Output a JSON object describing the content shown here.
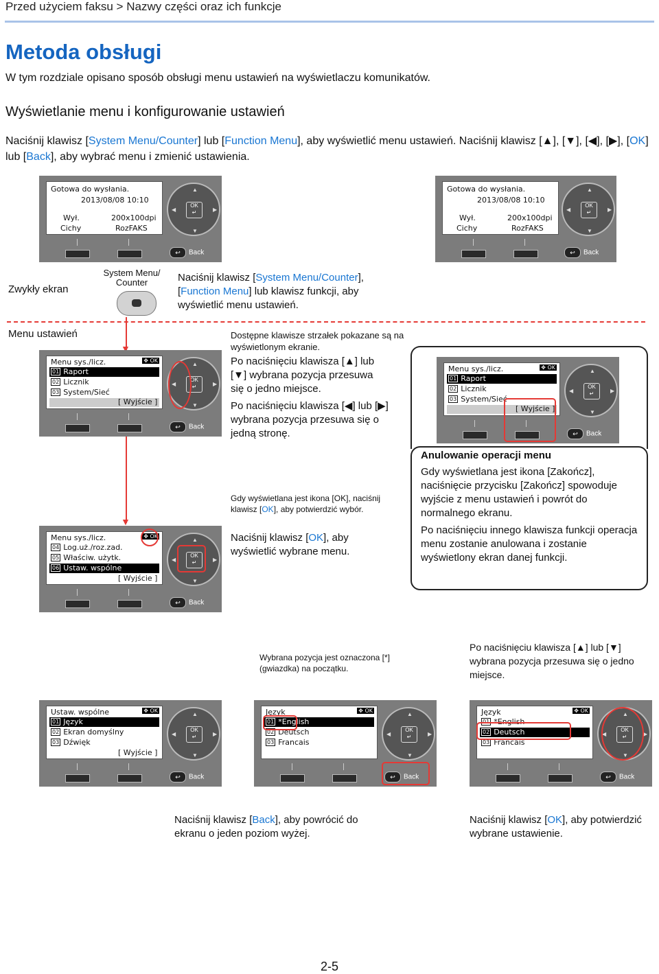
{
  "breadcrumb": "Przed użyciem faksu > Nazwy części oraz ich funkcje",
  "title": "Metoda obsługi",
  "intro": "W tym rozdziale opisano sposób obsługi menu ustawień na wyświetlaczu komunikatów.",
  "section_title": "Wyświetlanie menu i konfigurowanie ustawień",
  "para": {
    "p1": "Naciśnij klawisz [",
    "k1": "System Menu/Counter",
    "p2": "] lub [",
    "k2": "Function Menu",
    "p3": "], aby wyświetlić menu ustawień. Naciśnij klawisz [▲], [▼], [◀], [▶], [",
    "k3": "OK",
    "p4": "] lub [",
    "k4": "Back",
    "p5": "], aby wybrać menu i zmienić ustawienia."
  },
  "home_screen": {
    "line1": "Gotowa do wysłania.",
    "line2": "2013/08/08 10:10",
    "soft1a": "Wył.",
    "soft1b": "Cichy",
    "soft2a": "200x100dpi",
    "soft2b": "RozFAKS"
  },
  "back_label": "Back",
  "ok_label": "OK",
  "normal_label": "Zwykły ekran",
  "sysmenu_key": "System Menu/ Counter",
  "step1": {
    "a": "Naciśnij klawisz [",
    "k1": "System Menu/Counter",
    "b": "],",
    "c": "[",
    "k2": "Function Menu",
    "d": "] lub klawisz funkcji, aby wyświetlić menu ustawień."
  },
  "menu_label": "Menu ustawień",
  "menu1": {
    "title": "Menu sys./licz.",
    "rows": [
      {
        "num": "01",
        "label": "Raport"
      },
      {
        "num": "02",
        "label": "Licznik"
      },
      {
        "num": "03",
        "label": "System/Sieć"
      }
    ],
    "soft": "Wyjście"
  },
  "menu2": {
    "title": "Menu sys./licz.",
    "rows": [
      {
        "num": "04",
        "label": "Log.uż./roz.zad."
      },
      {
        "num": "05",
        "label": "Właściw. użytk."
      },
      {
        "num": "06",
        "label": "Ustaw. wspólne"
      }
    ],
    "soft": "Wyjście"
  },
  "arrows_note": "Dostępne klawisze strzałek pokazane są na wyświetlonym ekranie.",
  "updown_note": "Po naciśnięciu klawisza [▲] lub [▼] wybrana pozycja przesuwa się o jedno miejsce.",
  "leftright_note": "Po naciśnięciu klawisza [◀] lub [▶] wybrana pozycja przesuwa się o jedną stronę.",
  "ok_note": {
    "a": "Gdy wyświetlana jest ikona [OK], naciśnij klawisz [",
    "k": "OK",
    "b": "], aby potwierdzić wybór."
  },
  "ok_step": {
    "a": "Naciśnij klawisz [",
    "k": "OK",
    "b": "], aby wyświetlić wybrane menu."
  },
  "cancel": {
    "title": "Anulowanie operacji menu",
    "p1": "Gdy wyświetlana jest ikona [Zakończ], naciśnięcie przycisku [Zakończ] spowoduje wyjście z menu ustawień i powrót do normalnego ekranu.",
    "p2": "Po naciśnięciu innego klawisza funkcji operacja menu zostanie anulowana i zostanie wyświetlony ekran danej funkcji."
  },
  "star_note": "Wybrana pozycja jest oznaczona [*] (gwiazdka) na początku.",
  "move_note": "Po naciśnięciu klawisza [▲] lub [▼] wybrana pozycja przesuwa się o jedno miejsce.",
  "menu3": {
    "title": "Ustaw. wspólne",
    "rows": [
      {
        "num": "01",
        "label": "Język"
      },
      {
        "num": "02",
        "label": "Ekran domyślny"
      },
      {
        "num": "03",
        "label": "Dźwięk"
      }
    ],
    "soft": "Wyjście"
  },
  "menu4": {
    "title": "Język",
    "rows": [
      {
        "num": "01",
        "label": "*English"
      },
      {
        "num": "02",
        "label": "Deutsch"
      },
      {
        "num": "03",
        "label": "Francais"
      }
    ]
  },
  "back_step": {
    "a": "Naciśnij klawisz [",
    "k": "Back",
    "b": "], aby powrócić do ekranu o jeden poziom wyżej."
  },
  "confirm_step": {
    "a": "Naciśnij klawisz [",
    "k": "OK",
    "b": "], aby potwierdzić wybrane ustawienie."
  },
  "page_number": "2-5",
  "colors": {
    "accent": "#1565c0",
    "highlight": "#e53935",
    "panel": "#7c7c7c"
  }
}
